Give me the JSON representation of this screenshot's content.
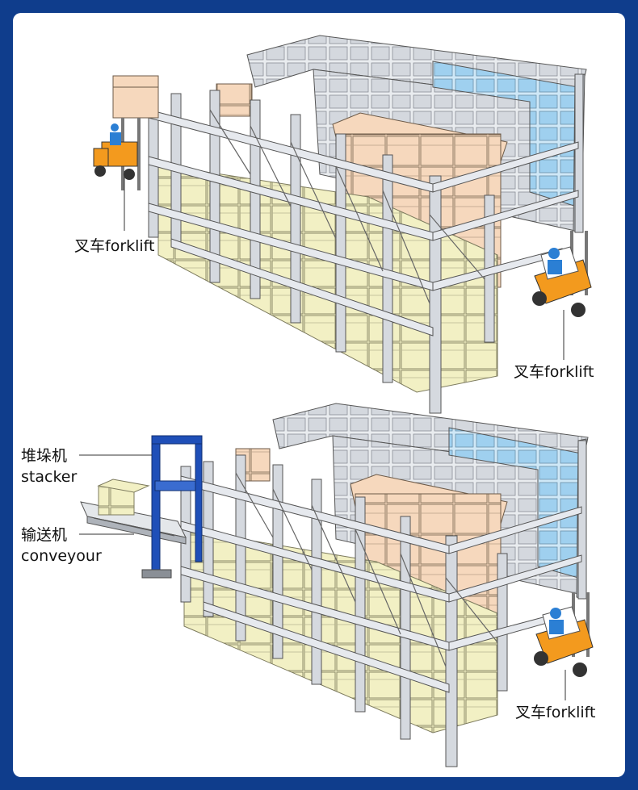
{
  "labels": {
    "forklift_top_left": "叉车forklift",
    "forklift_top_right": "叉车forklift",
    "stacker_cn": "堆垛机",
    "stacker_en": "stacker",
    "conveyor_cn": "输送机",
    "conveyor_en": "conveyour",
    "forklift_bottom_right": "叉车forklift"
  },
  "colors": {
    "background_frame": "#0f3d8c",
    "panel": "#ffffff",
    "rack_frame": "#c9ced6",
    "rack_outline": "#444444",
    "rack_back_blue": "#9fd0ef",
    "box_tan": "#f6d8bd",
    "box_yellow": "#f2f0c4",
    "box_grey": "#d7d9de",
    "forklift_orange": "#f39a1e",
    "forklift_blue": "#2b7fd4",
    "stacker_blue": "#1f4fb8"
  }
}
